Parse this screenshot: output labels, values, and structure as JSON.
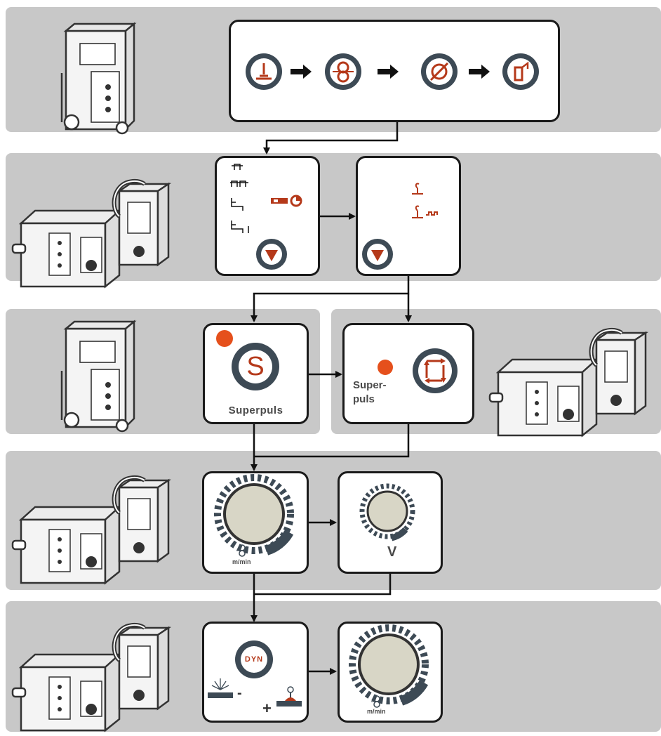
{
  "colors": {
    "band": "#c8c8c8",
    "accent": "#b5391a",
    "led": "#e5501c",
    "dark": "#3d4a55",
    "knob": "#d8d6c6"
  },
  "rows": [
    {
      "name": "row-1",
      "machine": "compact-welder-image",
      "items": [
        "welding-process-icon",
        "wire-feed-icon",
        "wire-diameter-icon",
        "shielding-gas-icon"
      ]
    },
    {
      "name": "row-2",
      "machine": "welder-with-wire-feeder-image",
      "items": [
        "operating-mode-selector",
        "welding-type-selector"
      ]
    },
    {
      "name": "row-3",
      "items": [
        "superpuls-button",
        "superpuls-switch"
      ]
    },
    {
      "name": "row-4",
      "items": [
        "wire-speed-knob",
        "voltage-knob"
      ]
    },
    {
      "name": "row-5",
      "items": [
        "dynamics-knob",
        "wire-speed-knob-2"
      ]
    }
  ],
  "labels": {
    "superpuls": "Superpuls",
    "superpuls_split_1": "Super-",
    "superpuls_split_2": "puls",
    "s_letter": "S",
    "m_min_1": "m/min",
    "m_min_2": "m/min",
    "volt": "V",
    "dyn": "DYN",
    "minus": "-",
    "plus": "+"
  }
}
